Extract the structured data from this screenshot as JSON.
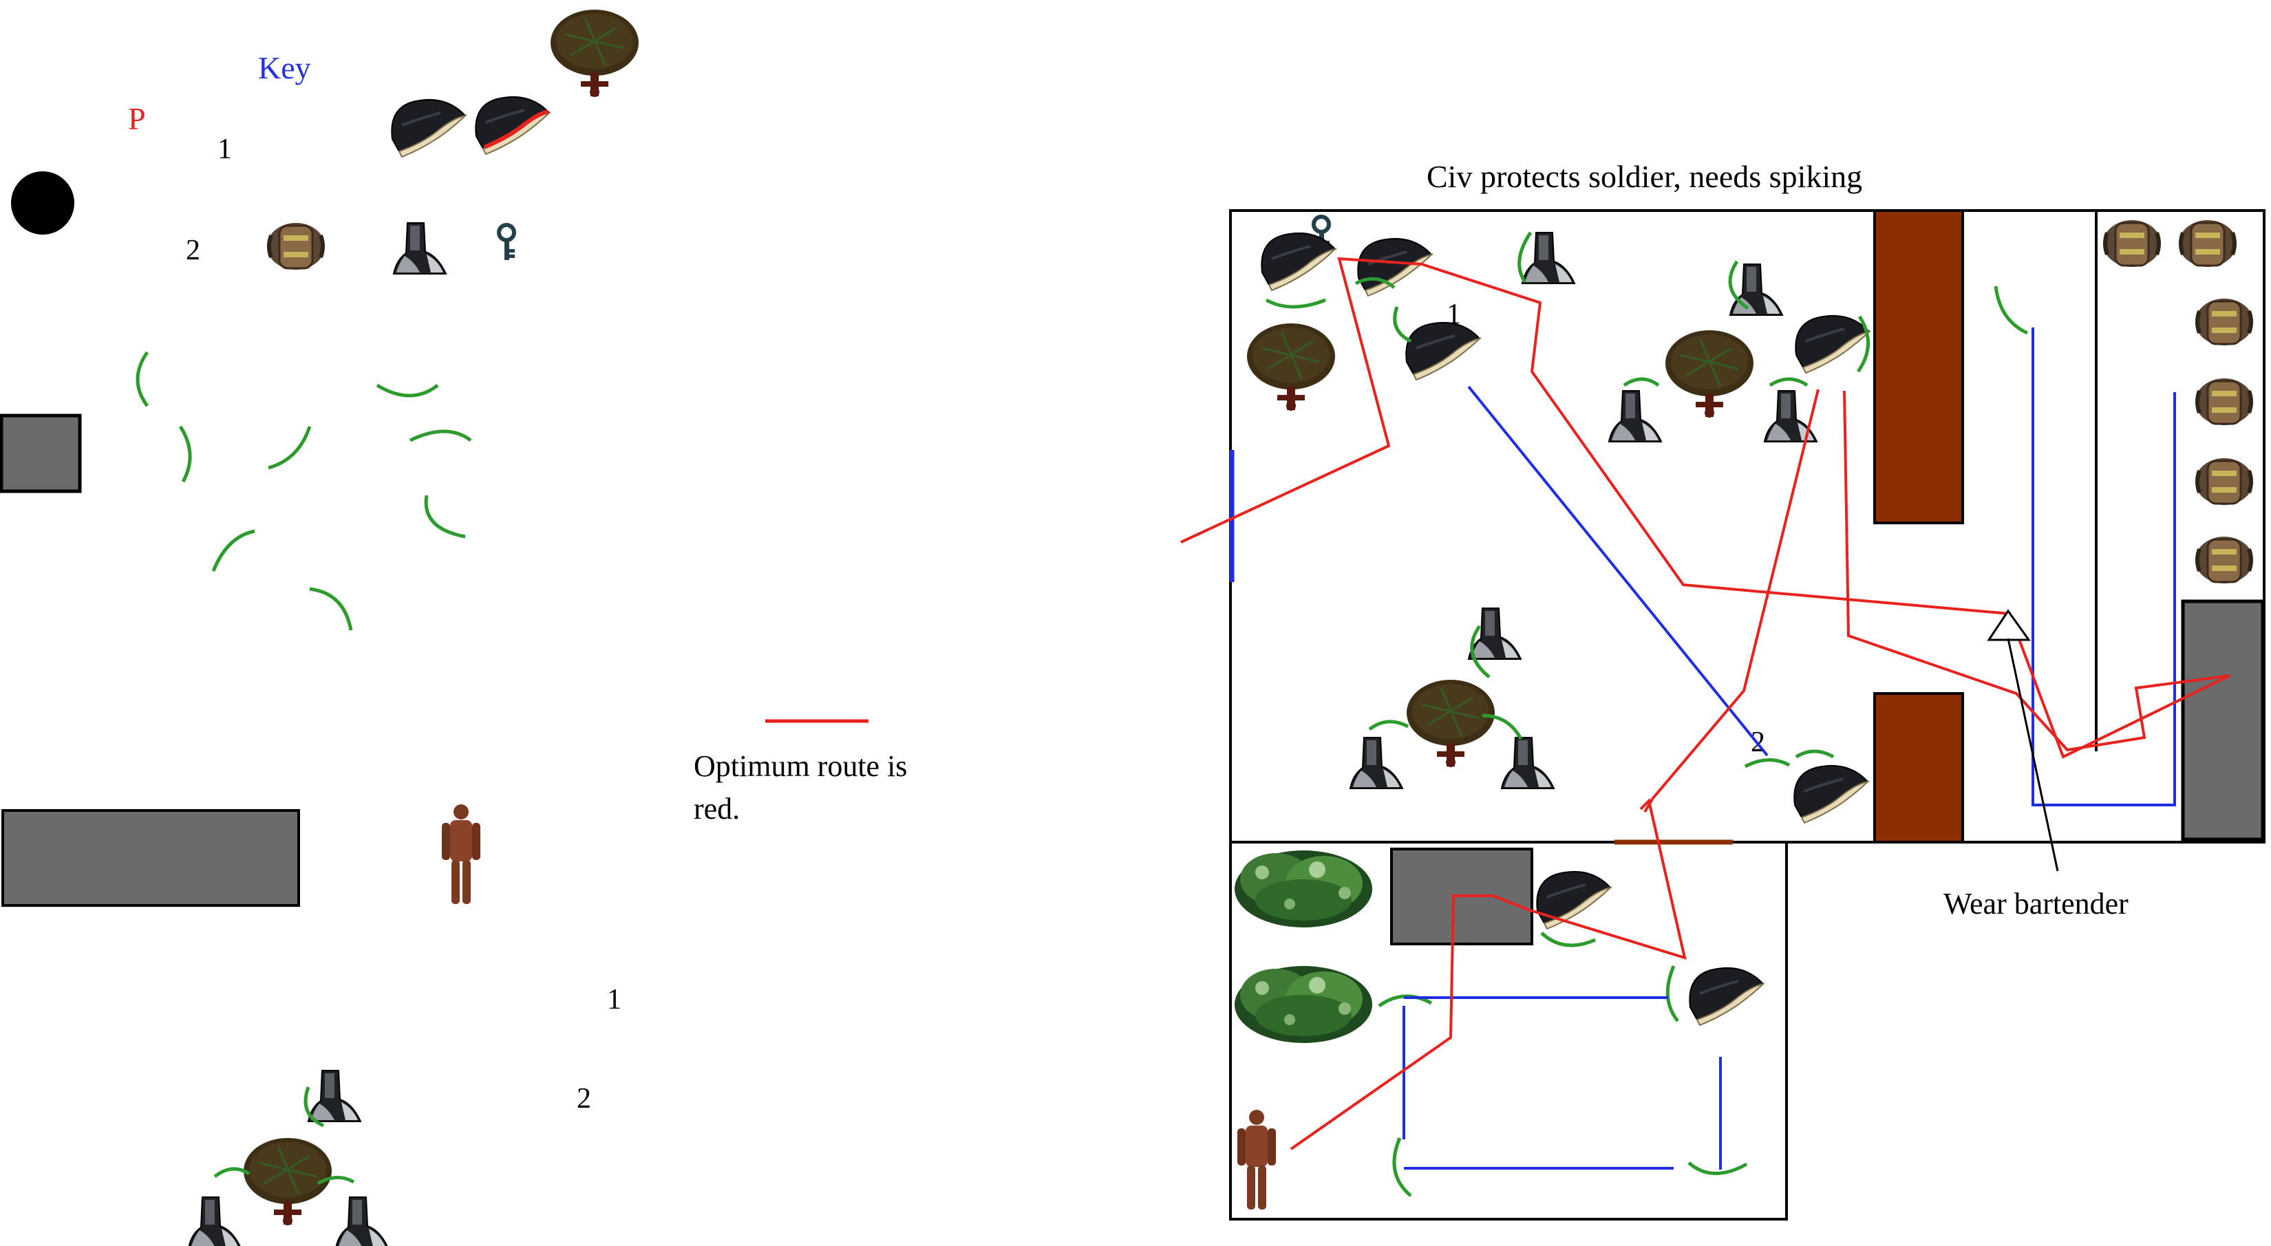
{
  "key": {
    "title": "Key",
    "p_label": "P",
    "row1_label": "1",
    "row2_label": "2",
    "route_caption_line1": "Optimum route is",
    "route_caption_line2": "red.",
    "lower_label_1": "1",
    "lower_label_2": "2"
  },
  "map": {
    "title": "Civ protects soldier, needs spiking",
    "bartender_note": "Wear bartender",
    "marker_1": "1",
    "marker_2": "2"
  },
  "colors": {
    "route": "#e8231f",
    "patrol": "#1f2ee0",
    "vision": "#2e9b2e",
    "wall": "#000000",
    "counter": "#8b2e00",
    "crate": "#6b6b6b",
    "key_title": "#2233dd",
    "p_label": "#e8231f"
  },
  "icons": [
    "tricorn-hat-icon",
    "bust-statue-icon",
    "key-icon",
    "barrel-icon",
    "tree-icon",
    "bush-icon",
    "player-figure-icon",
    "black-dot-icon"
  ]
}
